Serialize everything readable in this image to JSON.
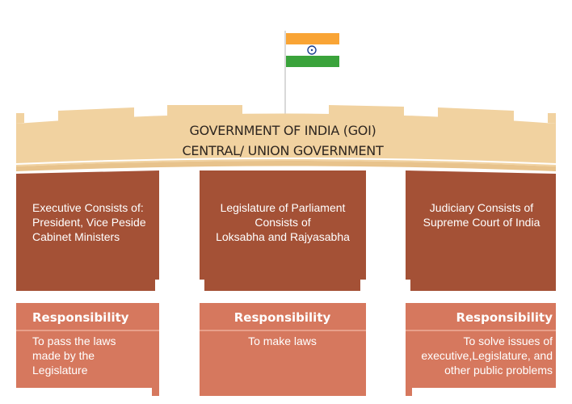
{
  "header": {
    "title_line1": "GOVERNMENT OF INDIA (GOI)",
    "title_line2": "CENTRAL/ UNION GOVERNMENT"
  },
  "columns": [
    {
      "heading": "Executive Consists of:\nPresident,  Vice Peside\nCabinet Ministers",
      "responsibility_label": "Responsibility",
      "responsibility": "To pass the laws\nmade by the\nLegislature"
    },
    {
      "heading": "Legislature of Parliament\nConsists of\nLoksabha and Rajyasabha",
      "responsibility_label": "Responsibility",
      "responsibility": "To make laws"
    },
    {
      "heading": "Judiciary Consists of\nSupreme Court of India",
      "responsibility_label": "Responsibility",
      "responsibility": "To solve issues of\nexecutive,Legislature, and\nother public problems"
    }
  ],
  "colors": {
    "saffron": "#f9a435",
    "green": "#3aa33b",
    "chakra": "#1b3f8f",
    "banner": "#f1d2a0",
    "banner_dark": "#e8c38c",
    "branch_box": "#a45136",
    "resp_box": "#d6785e"
  },
  "icons": {
    "flag": "india-flag-icon",
    "chakra": "ashoka-chakra-icon"
  }
}
